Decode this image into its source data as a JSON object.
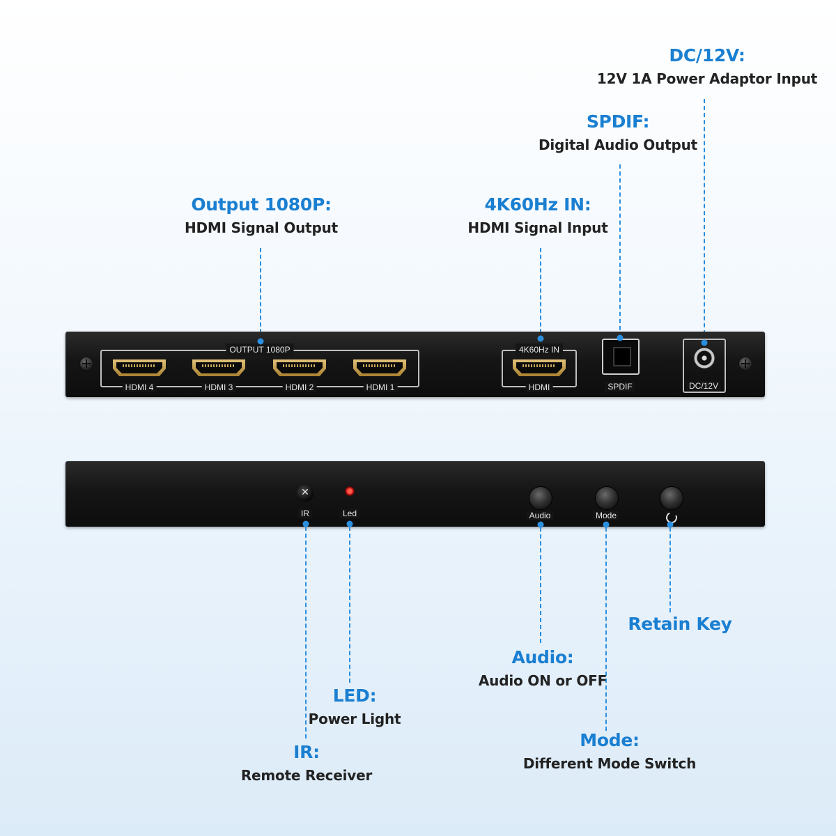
{
  "callouts": {
    "dc": {
      "title": "DC/12V:",
      "desc": "12V 1A Power Adaptor Input"
    },
    "spdif": {
      "title": "SPDIF:",
      "desc": "Digital Audio Output"
    },
    "output": {
      "title": "Output 1080P:",
      "desc": "HDMI Signal Output"
    },
    "input": {
      "title": "4K60Hz IN:",
      "desc": "HDMI Signal Input"
    },
    "retain": {
      "title": "Retain Key"
    },
    "audio": {
      "title": "Audio:",
      "desc": "Audio ON or OFF"
    },
    "led": {
      "title": "LED:",
      "desc": "Power Light"
    },
    "mode": {
      "title": "Mode:",
      "desc": "Different Mode Switch"
    },
    "ir": {
      "title": "IR:",
      "desc": "Remote Receiver"
    }
  },
  "rear_panel": {
    "output_group_label": "OUTPUT 1080P",
    "outputs": [
      "HDMI 4",
      "HDMI 3",
      "HDMI 2",
      "HDMI 1"
    ],
    "input_group_label": "4K60Hz IN",
    "input_port": "HDMI",
    "spdif_label": "SPDIF",
    "dc_label": "DC/12V"
  },
  "front_panel": {
    "ir_label": "IR",
    "led_label": "Led",
    "audio_label": "Audio",
    "mode_label": "Mode"
  },
  "colors": {
    "accent": "#1a7fd1",
    "leader": "#2b8fe0",
    "panel": "#151515"
  }
}
